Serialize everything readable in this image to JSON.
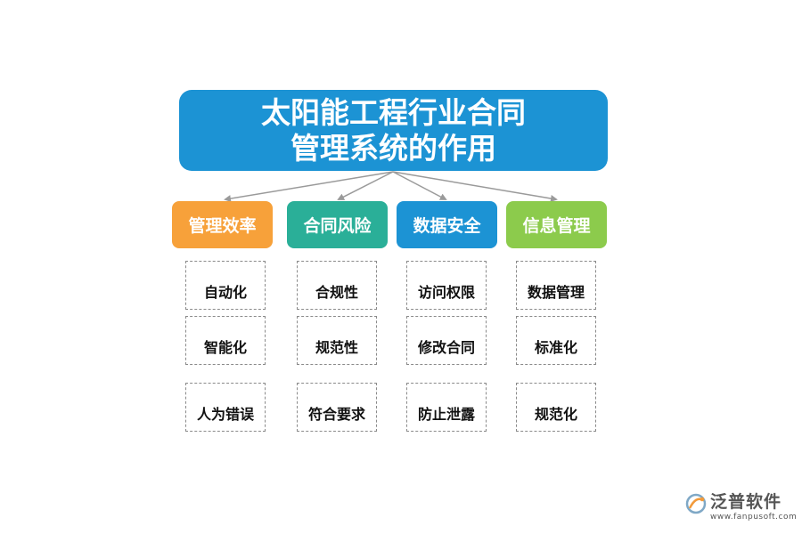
{
  "title": {
    "line1": "太阳能工程行业合同",
    "line2": "管理系统的作用",
    "color": "#1c93d4"
  },
  "categories": [
    {
      "label": "管理效率",
      "color": "#f7a13a",
      "items": [
        "自动化",
        "智能化",
        "人为错误"
      ]
    },
    {
      "label": "合同风险",
      "color": "#2aaf98",
      "items": [
        "合规性",
        "规范性",
        "符合要求"
      ]
    },
    {
      "label": "数据安全",
      "color": "#1c93d4",
      "items": [
        "访问权限",
        "修改合同",
        "防止泄露"
      ]
    },
    {
      "label": "信息管理",
      "color": "#8ccb4c",
      "items": [
        "数据管理",
        "标准化",
        "规范化"
      ]
    }
  ],
  "logo": {
    "brand": "泛普软件",
    "url": "www.fanpusoft.com"
  }
}
